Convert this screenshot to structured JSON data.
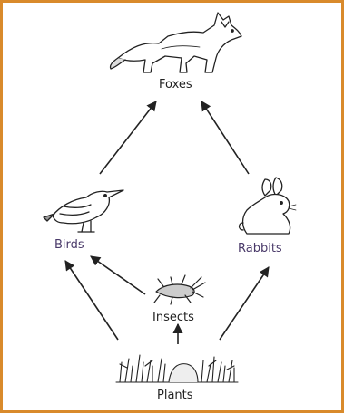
{
  "diagram": {
    "nodes": {
      "foxes": "Foxes",
      "birds": "Birds",
      "rabbits": "Rabbits",
      "insects": "Insects",
      "plants": "Plants"
    },
    "edges": [
      {
        "from": "Birds",
        "to": "Foxes"
      },
      {
        "from": "Rabbits",
        "to": "Foxes"
      },
      {
        "from": "Insects",
        "to": "Birds"
      },
      {
        "from": "Plants",
        "to": "Birds"
      },
      {
        "from": "Plants",
        "to": "Insects"
      },
      {
        "from": "Plants",
        "to": "Rabbits"
      }
    ],
    "colors": {
      "border": "#d98a2b",
      "label_top": "#222222",
      "label_animal": "#4a3a6a"
    }
  }
}
